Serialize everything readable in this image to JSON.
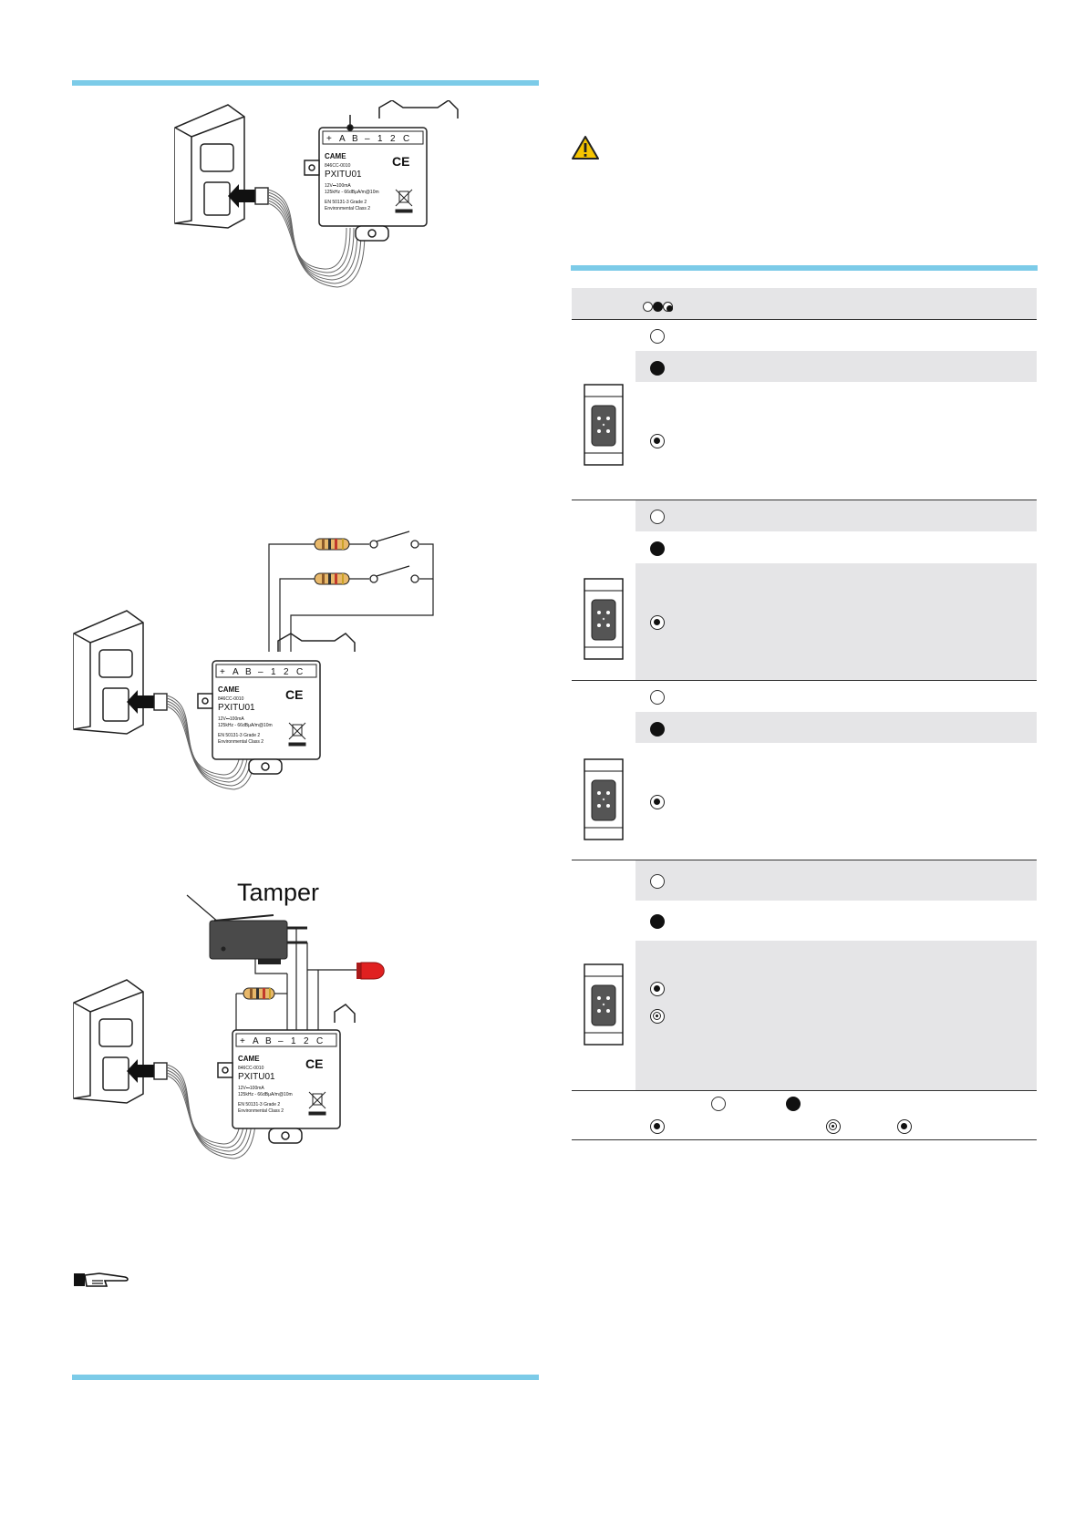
{
  "diagrams": {
    "module_label": {
      "model": "PXITU01",
      "brand": "CAME",
      "code": "846CC-0010",
      "power": "12V⎓100mA",
      "radio": "125kHz - 66dBμA/m@10m",
      "standard": "EN 50131-3 Grade 2",
      "env_class": "Environmental Class 2"
    },
    "terminals": [
      "+",
      "A",
      "B",
      "–",
      "1",
      "2",
      "C"
    ],
    "tamper_label": "Tamper"
  },
  "icons": {
    "warning": "warning-triangle-icon",
    "hand": "pointing-hand-icon",
    "device": "keypad-reader-icon",
    "leds": [
      "led-off-icon",
      "led-on-icon",
      "led-blink-icon",
      "led-fast-blink-icon"
    ]
  },
  "colors": {
    "accent_rule": "#7ccbe8",
    "table_band": "#e5e5e7",
    "warning_yellow": "#f5c400",
    "led_red": "#e02020",
    "resistor_body": "#e8b86a"
  },
  "led_table": {
    "header_icons": [
      "led-off",
      "led-on",
      "led-blink"
    ],
    "group_count": 4,
    "legend_icons": [
      "led-off",
      "led-on",
      "led-blink",
      "led-fast-blink",
      "led-blink"
    ]
  }
}
